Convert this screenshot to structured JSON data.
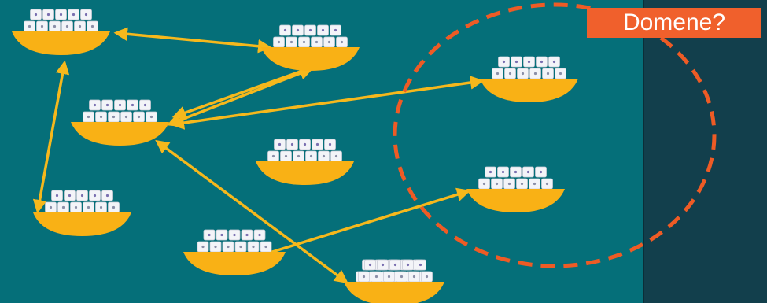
{
  "label": "Domene?",
  "colors": {
    "sea": "#056f79",
    "background": "#123f4c",
    "panel_line": "#0b2e38",
    "boat": "#f9b115",
    "arrow": "#f6b81c",
    "circle": "#ee5b25",
    "label_bg": "#f0602c",
    "box_face": "#f3f4f8",
    "box_mark": "#7a6fb0"
  },
  "nodes": [
    {
      "id": "n1"
    },
    {
      "id": "n2"
    },
    {
      "id": "n3"
    },
    {
      "id": "n4"
    },
    {
      "id": "n5"
    },
    {
      "id": "n6"
    },
    {
      "id": "n7"
    },
    {
      "id": "n8"
    },
    {
      "id": "n9"
    },
    {
      "id": "n10"
    }
  ],
  "edges": [
    {
      "from": "n1",
      "to": "n2"
    },
    {
      "from": "n1",
      "to": "n4"
    },
    {
      "from": "n3",
      "to": "n2"
    },
    {
      "from": "n3",
      "to": "n5"
    },
    {
      "from": "n3",
      "to": "n10"
    },
    {
      "from": "n7",
      "to": "n8"
    }
  ]
}
